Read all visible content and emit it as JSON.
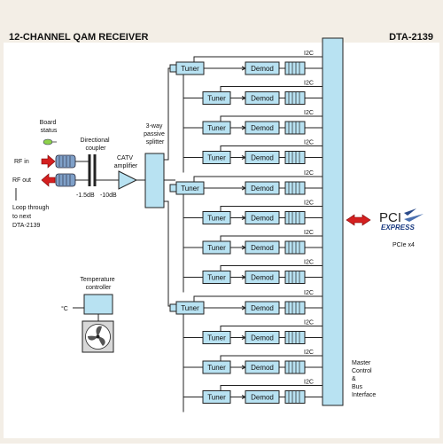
{
  "title": "12-CHANNEL QAM RECEIVER",
  "model": "DTA-2139",
  "labels": {
    "board_status": [
      "Board",
      "status"
    ],
    "directional_coupler": [
      "Directional",
      "coupler"
    ],
    "splitter": [
      "3-way",
      "passive",
      "splitter"
    ],
    "catv": [
      "CATV",
      "amplifier"
    ],
    "rf_in": "RF in",
    "rf_out": "RF out",
    "loop": [
      "Loop through",
      "to next",
      "DTA-2139"
    ],
    "atten1": "-1.5dB",
    "atten2": "-10dB",
    "temperature": [
      "Temperature",
      "controller"
    ],
    "degc": "°C",
    "master": [
      "Master",
      "Control",
      "&",
      "Bus",
      "Interface"
    ],
    "pci_top": "PCI",
    "pci_express": "EXPRESS",
    "pcie": "PCIe x4"
  },
  "channel": {
    "tuner": "Tuner",
    "demod": "Demod",
    "i2c": "I2C"
  },
  "channel_count": 12,
  "colors": {
    "box_fill": "#b8e2f2",
    "arrow_red": "#d42020",
    "frame": "#f3eee6"
  }
}
